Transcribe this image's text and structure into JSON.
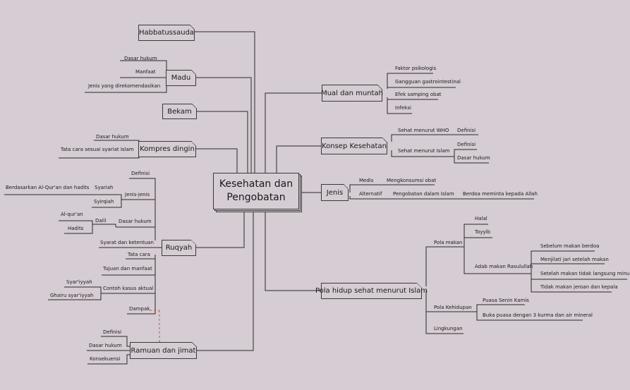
{
  "center": {
    "line1": "Kesehatan dan",
    "line2": "Pengobatan"
  },
  "main": {
    "habbatussauda": "Habbatussauda",
    "madu": "Madu",
    "bekam": "Bekam",
    "kompres": "Kompres dingin",
    "ruqyah": "Ruqyah",
    "ramuan": "Ramuan dan jimat",
    "mual": "Mual dan muntah",
    "konsep": "Konsep Kesehatan",
    "jenis": "Jenis",
    "pola": "Pola hidup sehat menurut Islam"
  },
  "madu": {
    "dasar": "Dasar hukum",
    "manfaat": "Manfaat",
    "jenis": "Jenis yang direkomendasikan"
  },
  "kompres": {
    "dasar": "Dasar hukum",
    "tata": "Tata cara sesuai syariat Islam"
  },
  "ruqyah": {
    "definisi": "Definisi",
    "jenis": "Jenis-jenis",
    "syariah": "Syariah",
    "berdasarkan": "Berdasarkan Al-Qur'an dan hadits",
    "syirqiah": "Syirqiah",
    "dasar": "Dasar hukum",
    "dalil": "Dalil",
    "alquran": "Al-qur'an",
    "hadits": "Hadits",
    "syarat": "Syarat dan ketentuan",
    "tata": "Tata cara",
    "tujuan": "Tujuan dan manfaat",
    "contoh": "Contoh kasus aktual",
    "syaryyah": "Syar'iyyah",
    "ghairu": "Ghairu syar'iyyah",
    "dampak": "Dampak"
  },
  "ramuan": {
    "definisi": "Definisi",
    "dasar": "Dasar hukum",
    "konsekuensi": "Konsekuensi"
  },
  "mual": {
    "faktor": "Faktor psikologis",
    "gangguan": "Gangguan gastrointestinal",
    "efek": "Efek samping obat",
    "infeksi": "Infeksi"
  },
  "konsep": {
    "who": "Sehat menurut WHO",
    "who_def": "Definisi",
    "islam": "Sehat menurut Islam",
    "islam_def": "Definisi",
    "islam_dasar": "Dasar hukum"
  },
  "jenis": {
    "medis": "Medis",
    "mengkonsumsi": "Mengkonsumsi obat",
    "alternatif": "Alternatif",
    "pengobatan": "Pengobatan dalam Islam",
    "berdoa": "Berdoa meminta kepada Allah"
  },
  "pola": {
    "makan": "Pola makan",
    "halal": "Halal",
    "toyyib": "Toyyib",
    "adab": "Adab makan Rasulullah",
    "sebelum": "Sebelum makan berdoa",
    "menjilati": "Menjilati jari setelah makan",
    "setelah": "Setelah makan tidak langsung minum",
    "tidak": "Tidak makan jeroan dan kepala",
    "kehidupan": "Pola Kehidupan",
    "puasa": "Puasa Senin Kamis",
    "buka": "Buka puasa dengan 3 kurma dan air mineral",
    "lingkungan": "Lingkungan"
  }
}
